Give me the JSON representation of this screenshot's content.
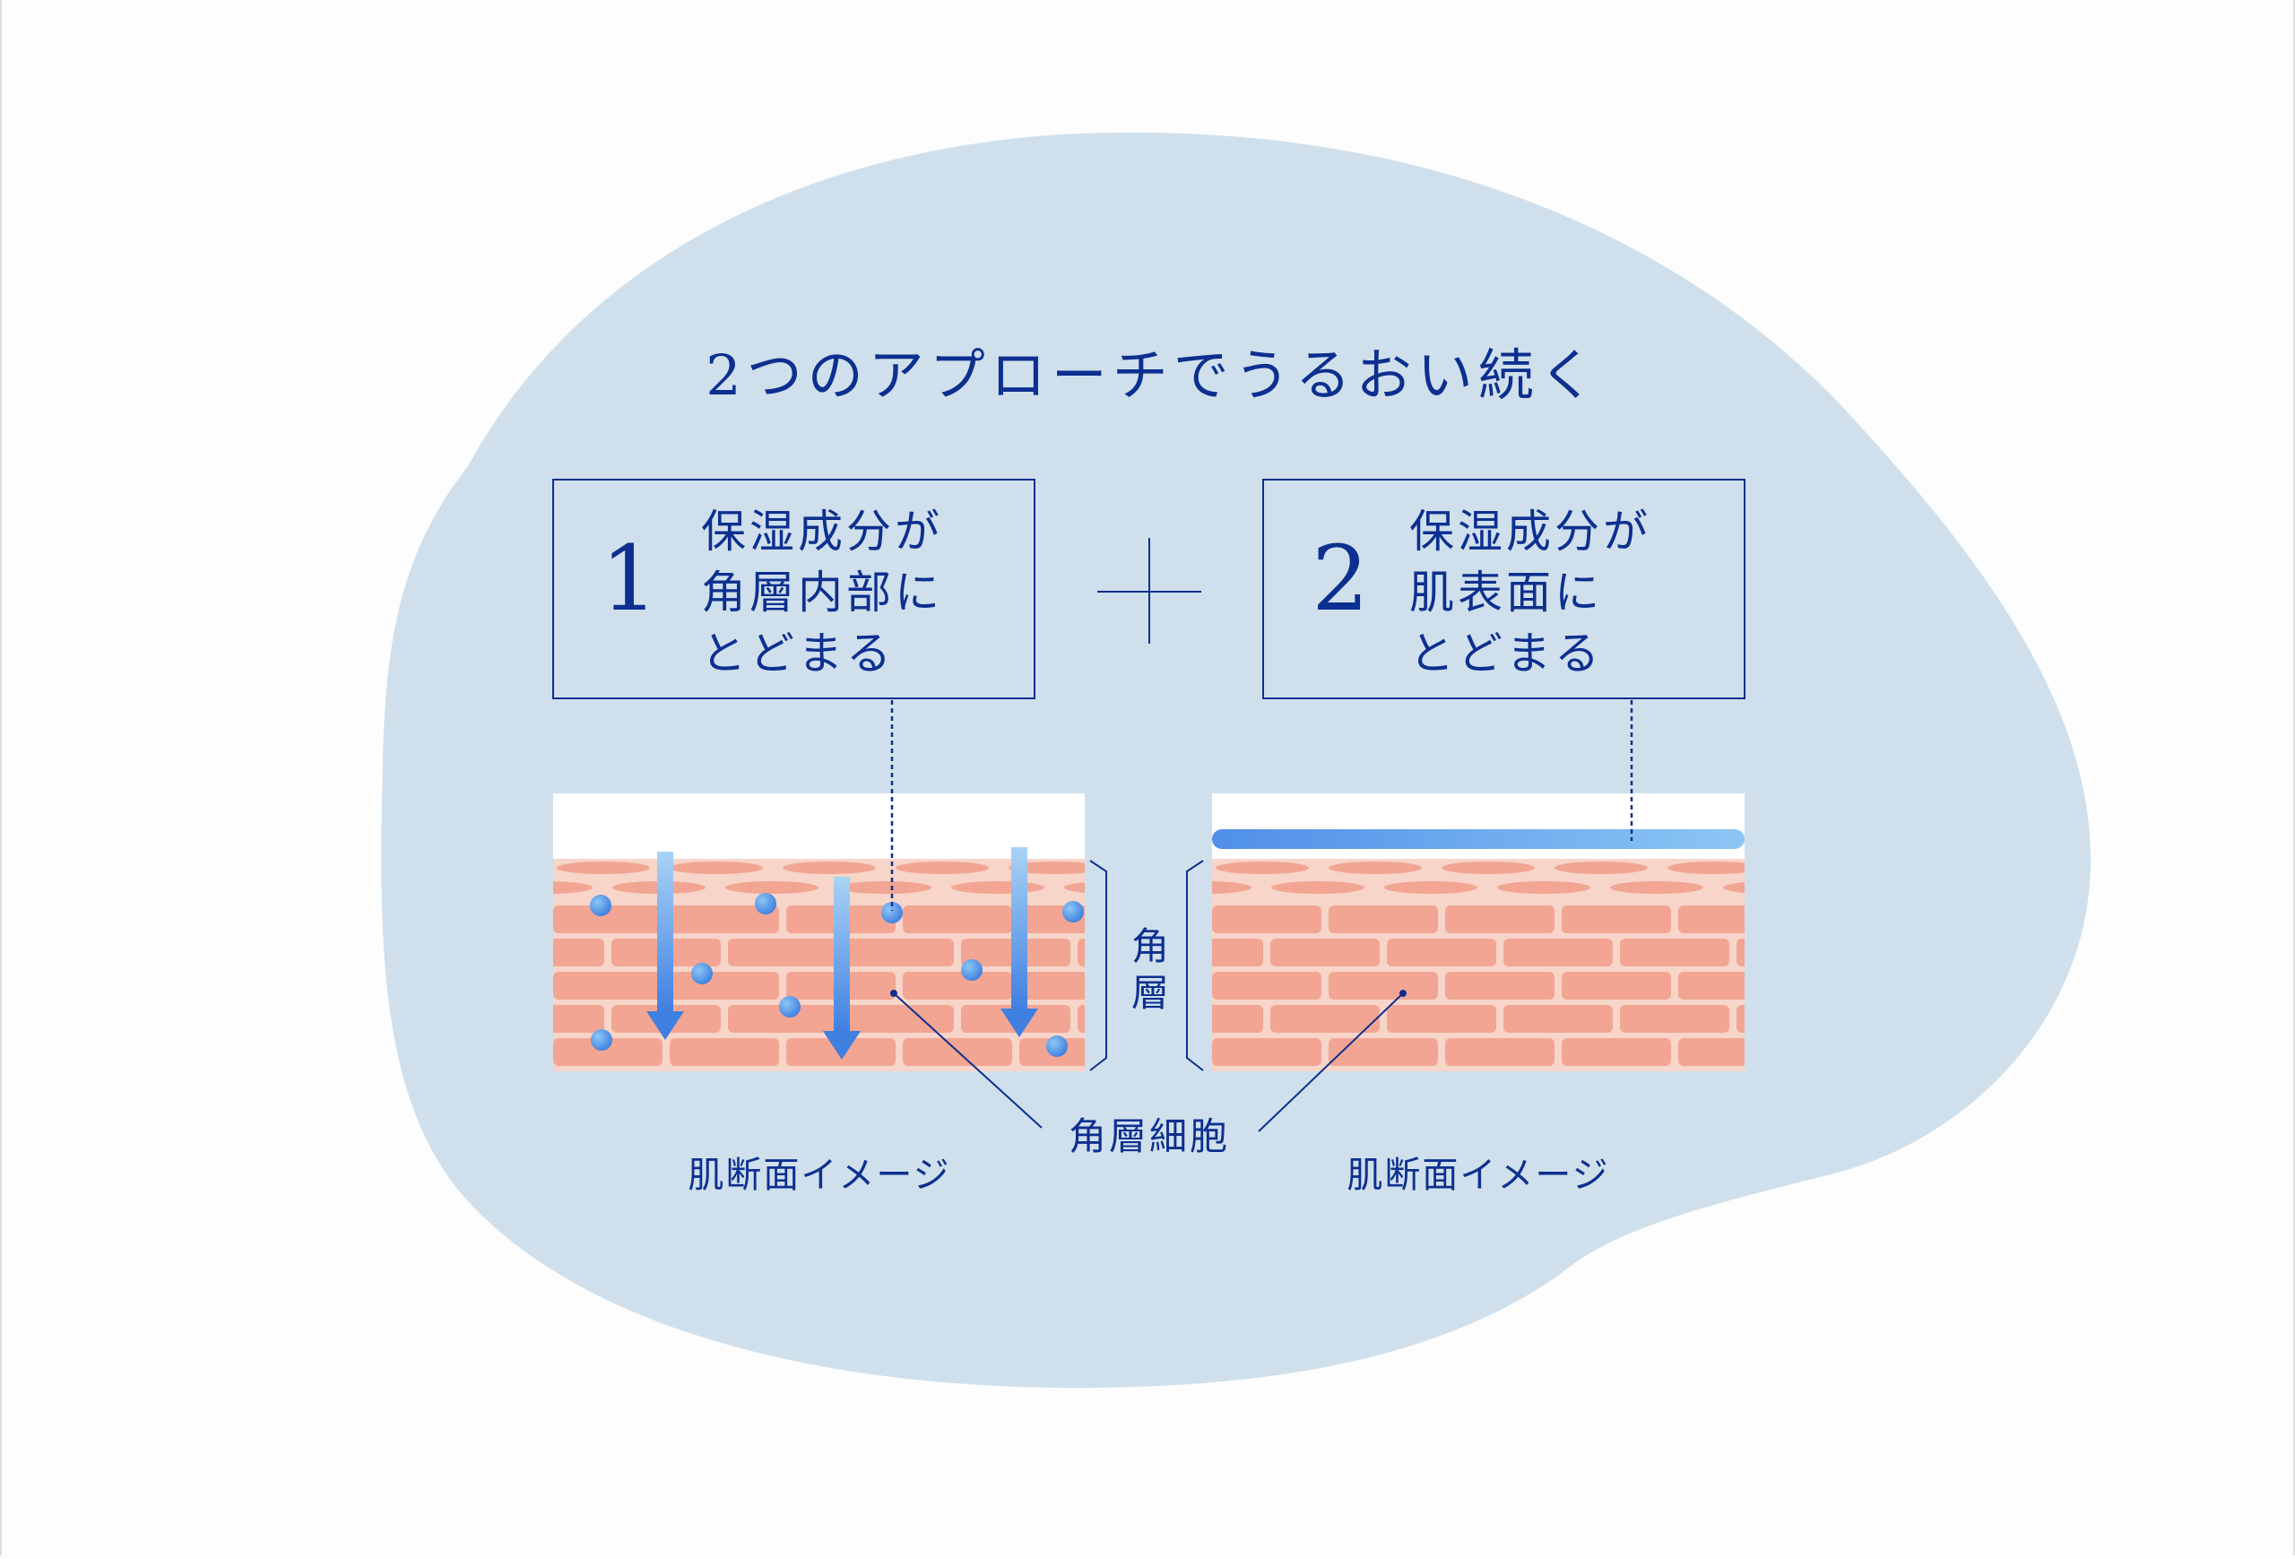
{
  "title": "2つのアプローチでうるおい続く",
  "approaches": [
    {
      "number": "1",
      "lines": [
        "保湿成分が",
        "角層内部に",
        "とどまる"
      ]
    },
    {
      "number": "2",
      "lines": [
        "保湿成分が",
        "肌表面に",
        "とどまる"
      ]
    }
  ],
  "plus_symbol": "+",
  "labels": {
    "stratum_corneum": [
      "角",
      "層"
    ],
    "corneocyte": "角層細胞",
    "skin_cross_section_left": "肌断面イメージ",
    "skin_cross_section_right": "肌断面イメージ"
  },
  "colors": {
    "background_blob": "#cfe0ec",
    "text_navy": "#0d2f8f",
    "skin_bg": "#f7d5c9",
    "skin_cell": "#f2a593",
    "moisture_blue": "#4f8fe8",
    "moisture_light": "#a9d3f5"
  }
}
